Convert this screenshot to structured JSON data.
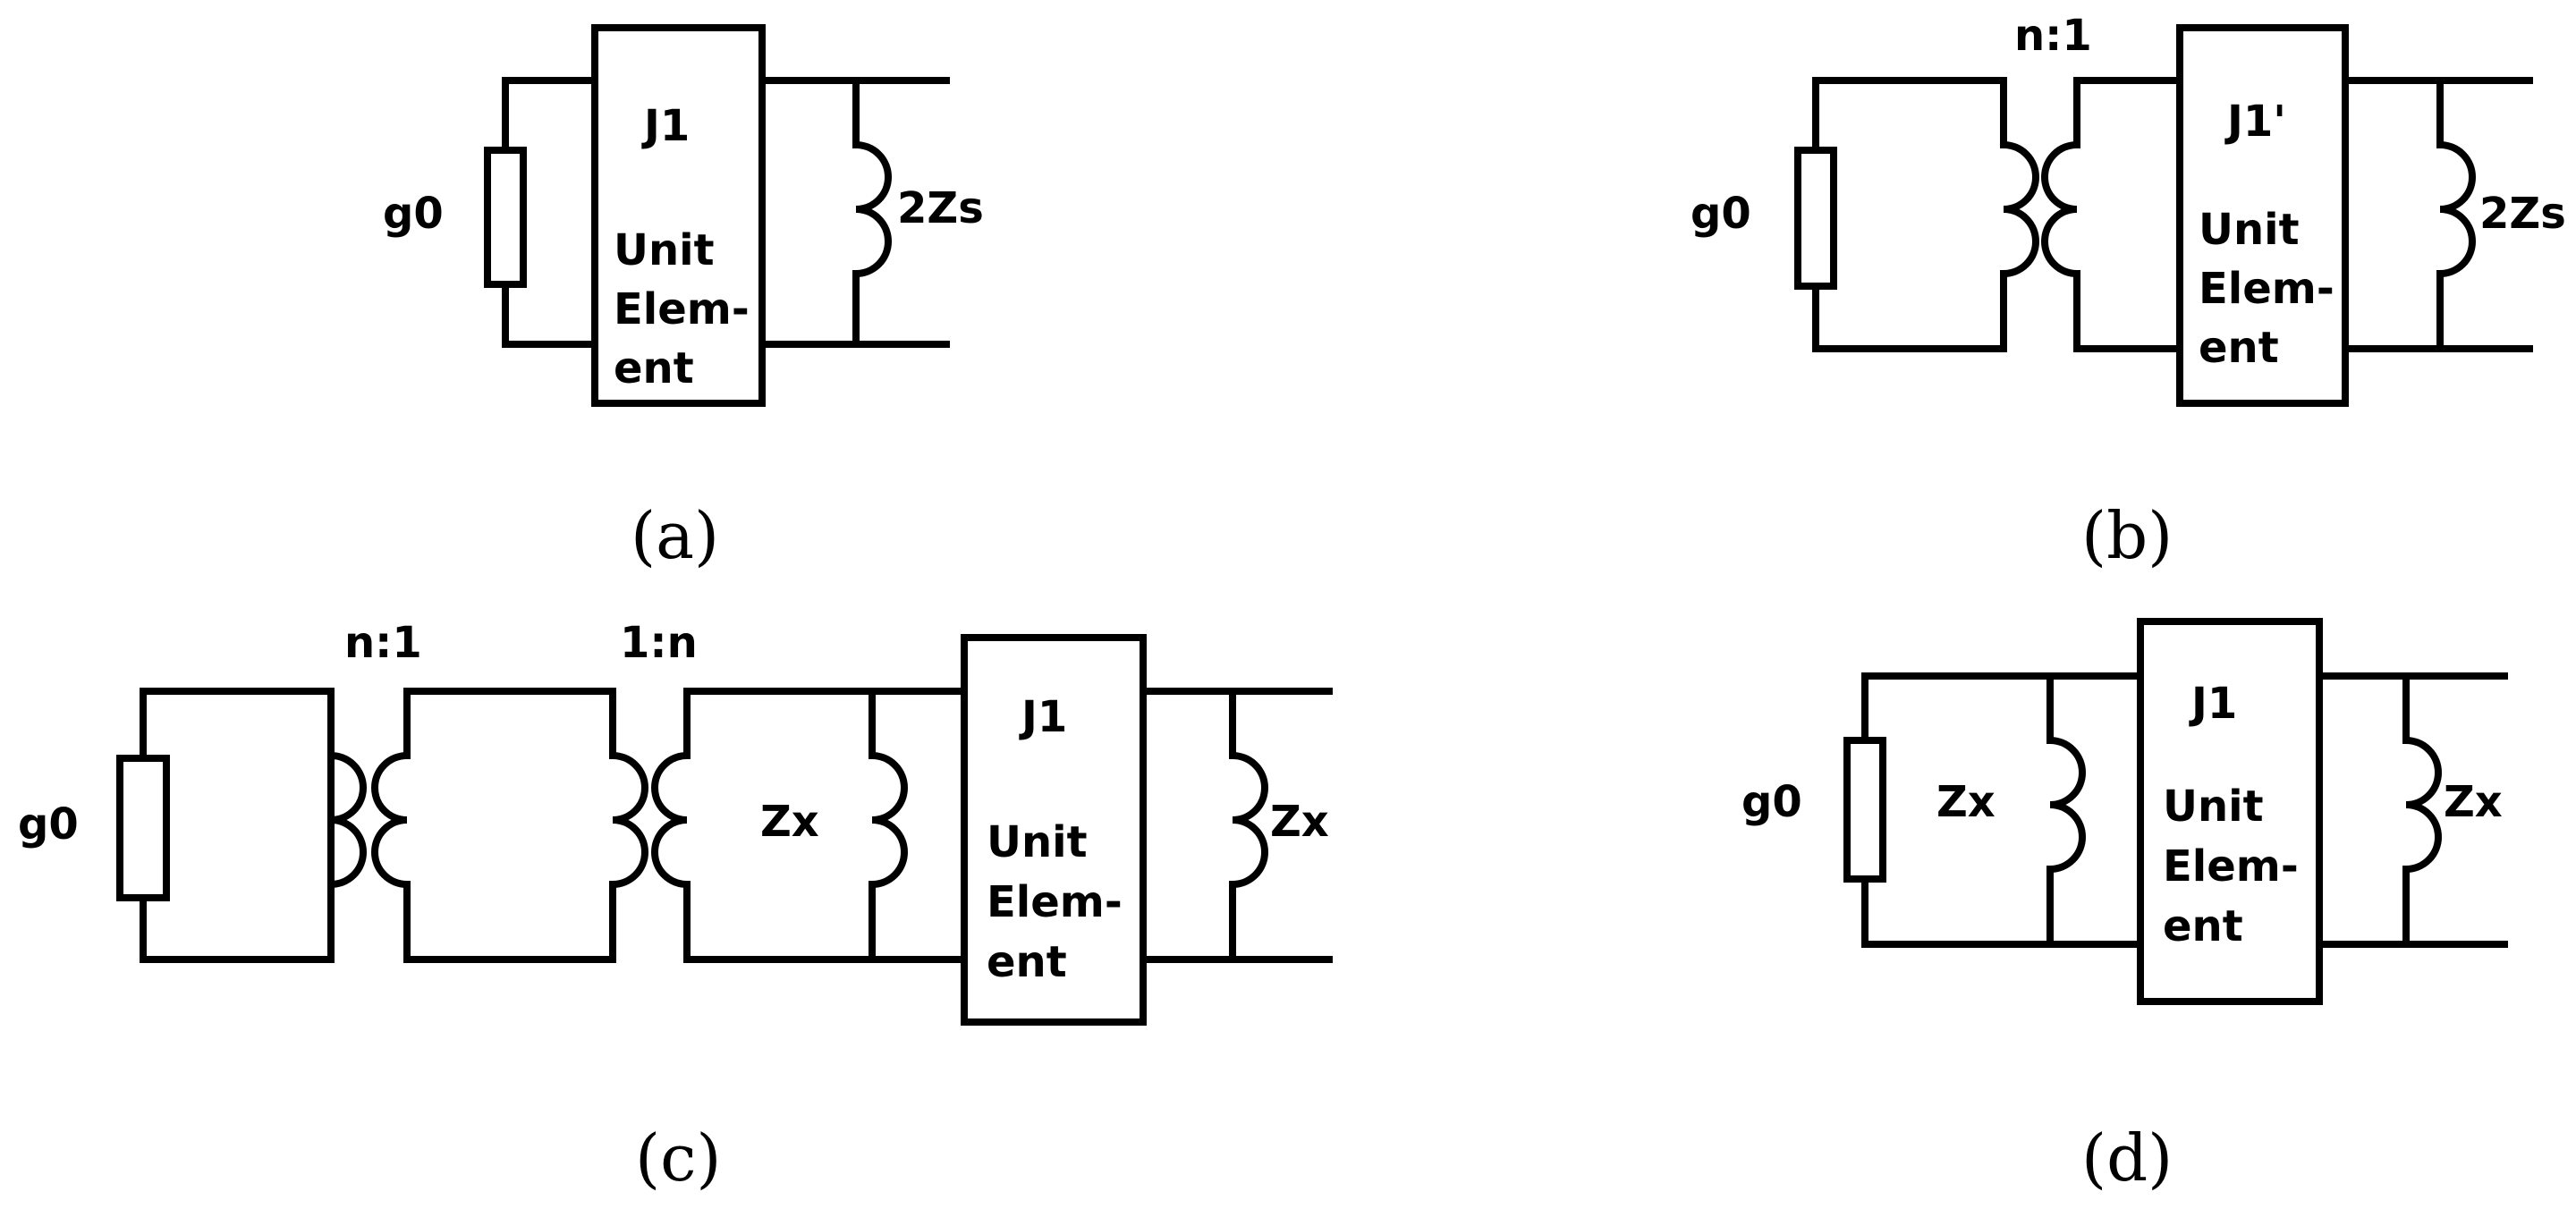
{
  "panels": {
    "a": {
      "caption": "(a)",
      "g_label": "g0",
      "ue_name": "J1",
      "ue_text": [
        "Unit",
        "Elem-",
        "ent"
      ],
      "z_out": "2Zs"
    },
    "b": {
      "caption": "(b)",
      "g_label": "g0",
      "ratio": "n:1",
      "ue_name": "J1'",
      "ue_text": [
        "Unit",
        "Elem-",
        "ent"
      ],
      "z_out": "2Zs"
    },
    "c": {
      "caption": "(c)",
      "g_label": "g0",
      "ratio1": "n:1",
      "ratio2": "1:n",
      "z_shunt": "Zx",
      "ue_name": "J1",
      "ue_text": [
        "Unit",
        "Elem-",
        "ent"
      ],
      "z_out": "Zx"
    },
    "d": {
      "caption": "(d)",
      "g_label": "g0",
      "z_shunt": "Zx",
      "ue_name": "J1",
      "ue_text": [
        "Unit",
        "Elem-",
        "ent"
      ],
      "z_out": "Zx"
    }
  }
}
